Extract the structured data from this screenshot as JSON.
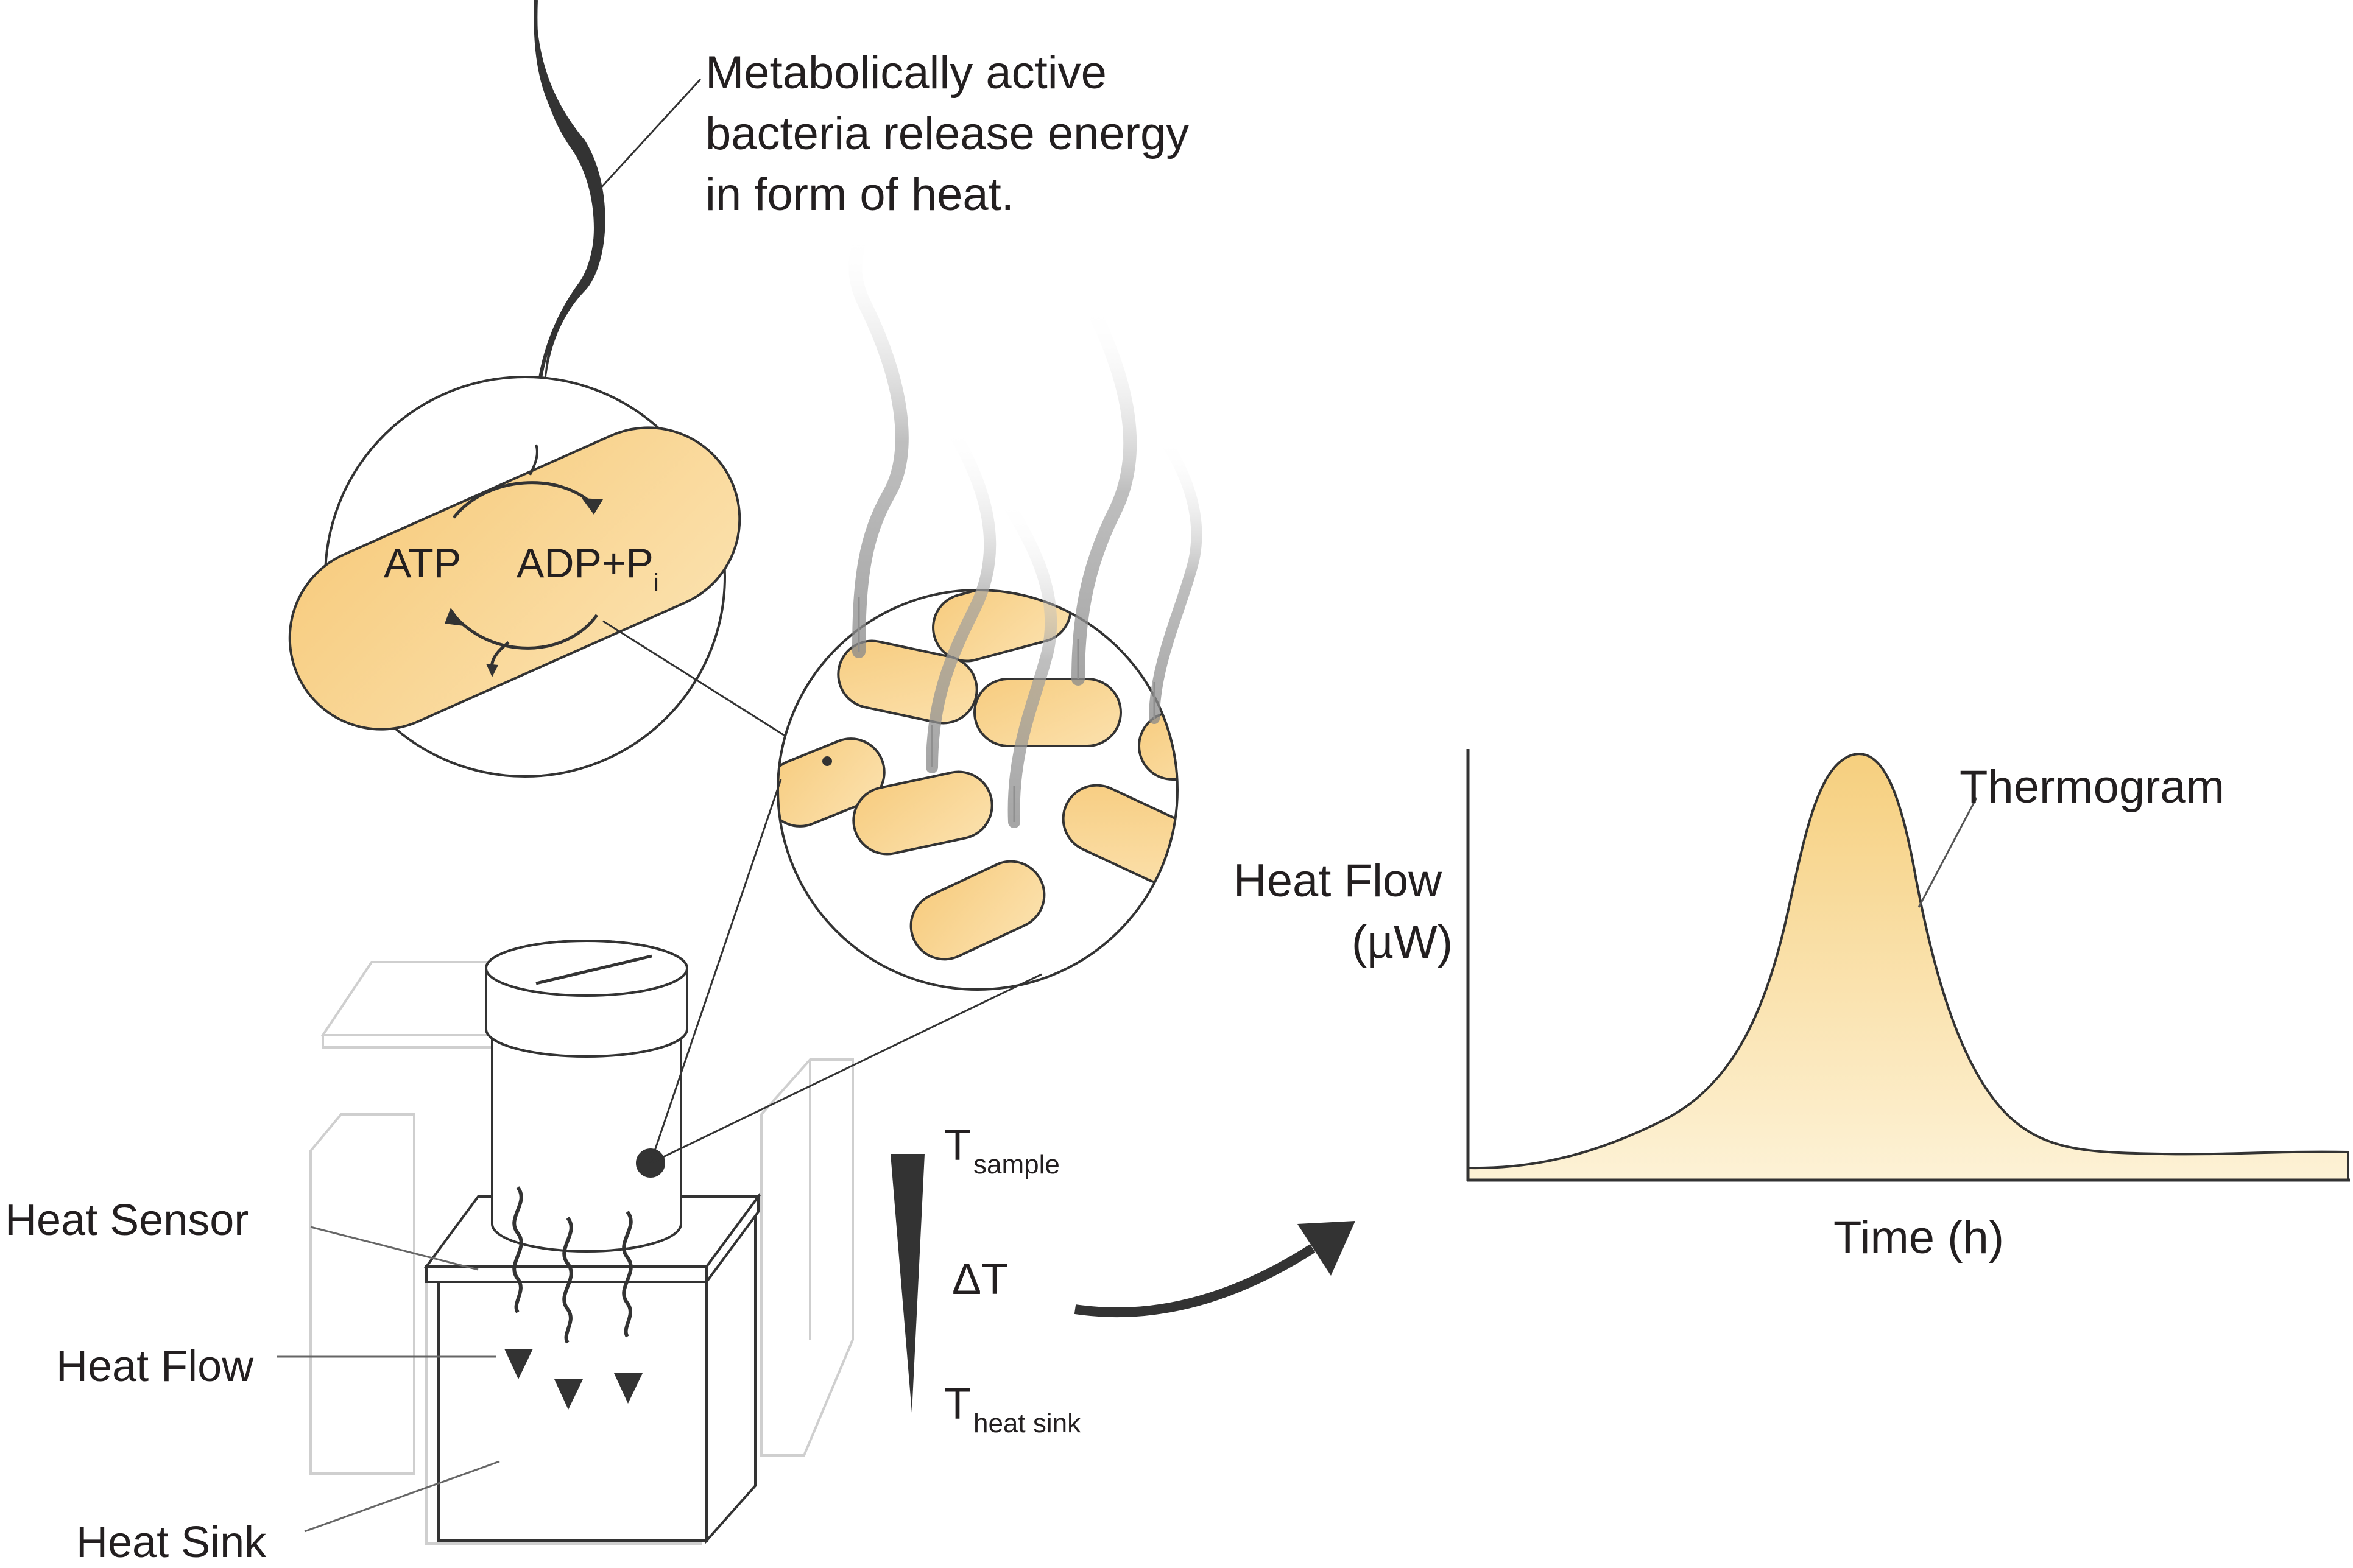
{
  "colors": {
    "cell_fill": "#f7cf85",
    "cell_fill_light": "#fbe3b2",
    "thermogram_fill": "#f6d58c",
    "thermogram_fill_light": "#fdf0d2",
    "outline": "#333333",
    "steam": "#9a9a9a",
    "faint_line": "#cfcfcf"
  },
  "annotation": {
    "line1": "Metabolically active",
    "line2": "bacteria release energy",
    "line3": "in form of heat."
  },
  "reaction": {
    "atp": "ATP",
    "adp": "ADP+P",
    "adp_sub": "i"
  },
  "calorimeter": {
    "heat_sensor": "Heat Sensor",
    "heat_flow": "Heat Flow",
    "heat_sink": "Heat Sink"
  },
  "gradient": {
    "t_sample": "T",
    "t_sample_sub": "sample",
    "delta": "ΔT",
    "t_sink": "T",
    "t_sink_sub": "heat sink"
  },
  "chart_data": {
    "type": "area",
    "ylabel_line1": "Heat Flow",
    "ylabel_line2": "(µW)",
    "xlabel": "Time (h)",
    "series_label": "Thermogram"
  }
}
